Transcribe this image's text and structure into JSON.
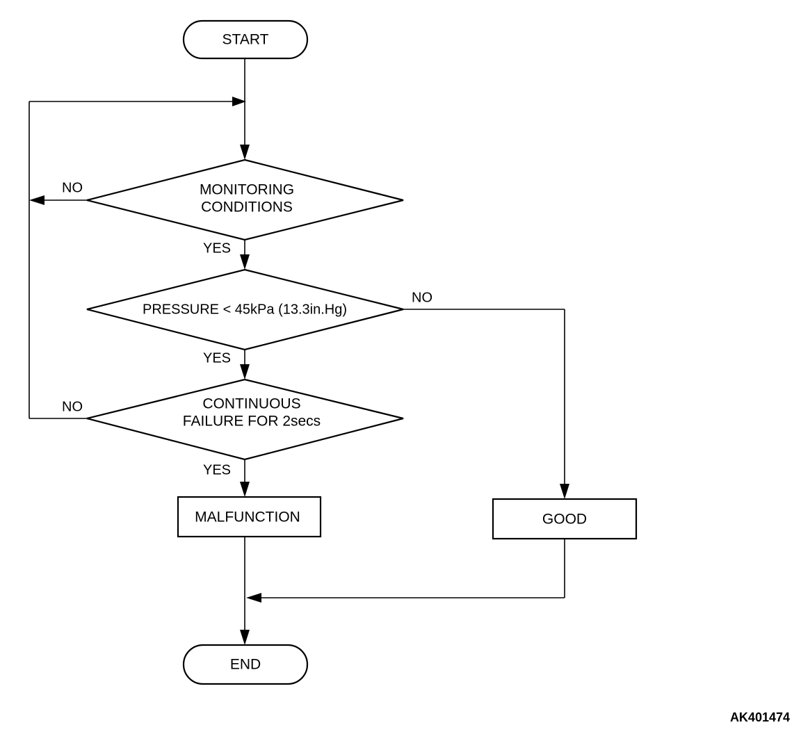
{
  "nodes": {
    "start": "START",
    "decision_monitoring": [
      "MONITORING",
      "CONDITIONS"
    ],
    "decision_pressure": "PRESSURE < 45kPa (13.3in.Hg)",
    "decision_continuous": [
      "CONTINUOUS",
      "FAILURE FOR 2secs"
    ],
    "malfunction": "MALFUNCTION",
    "good": "GOOD",
    "end": "END"
  },
  "branch_labels": {
    "monitoring_yes": "YES",
    "monitoring_no": "NO",
    "pressure_yes": "YES",
    "pressure_no": "NO",
    "continuous_yes": "YES",
    "continuous_no": "NO"
  },
  "figure_id": "AK401474"
}
